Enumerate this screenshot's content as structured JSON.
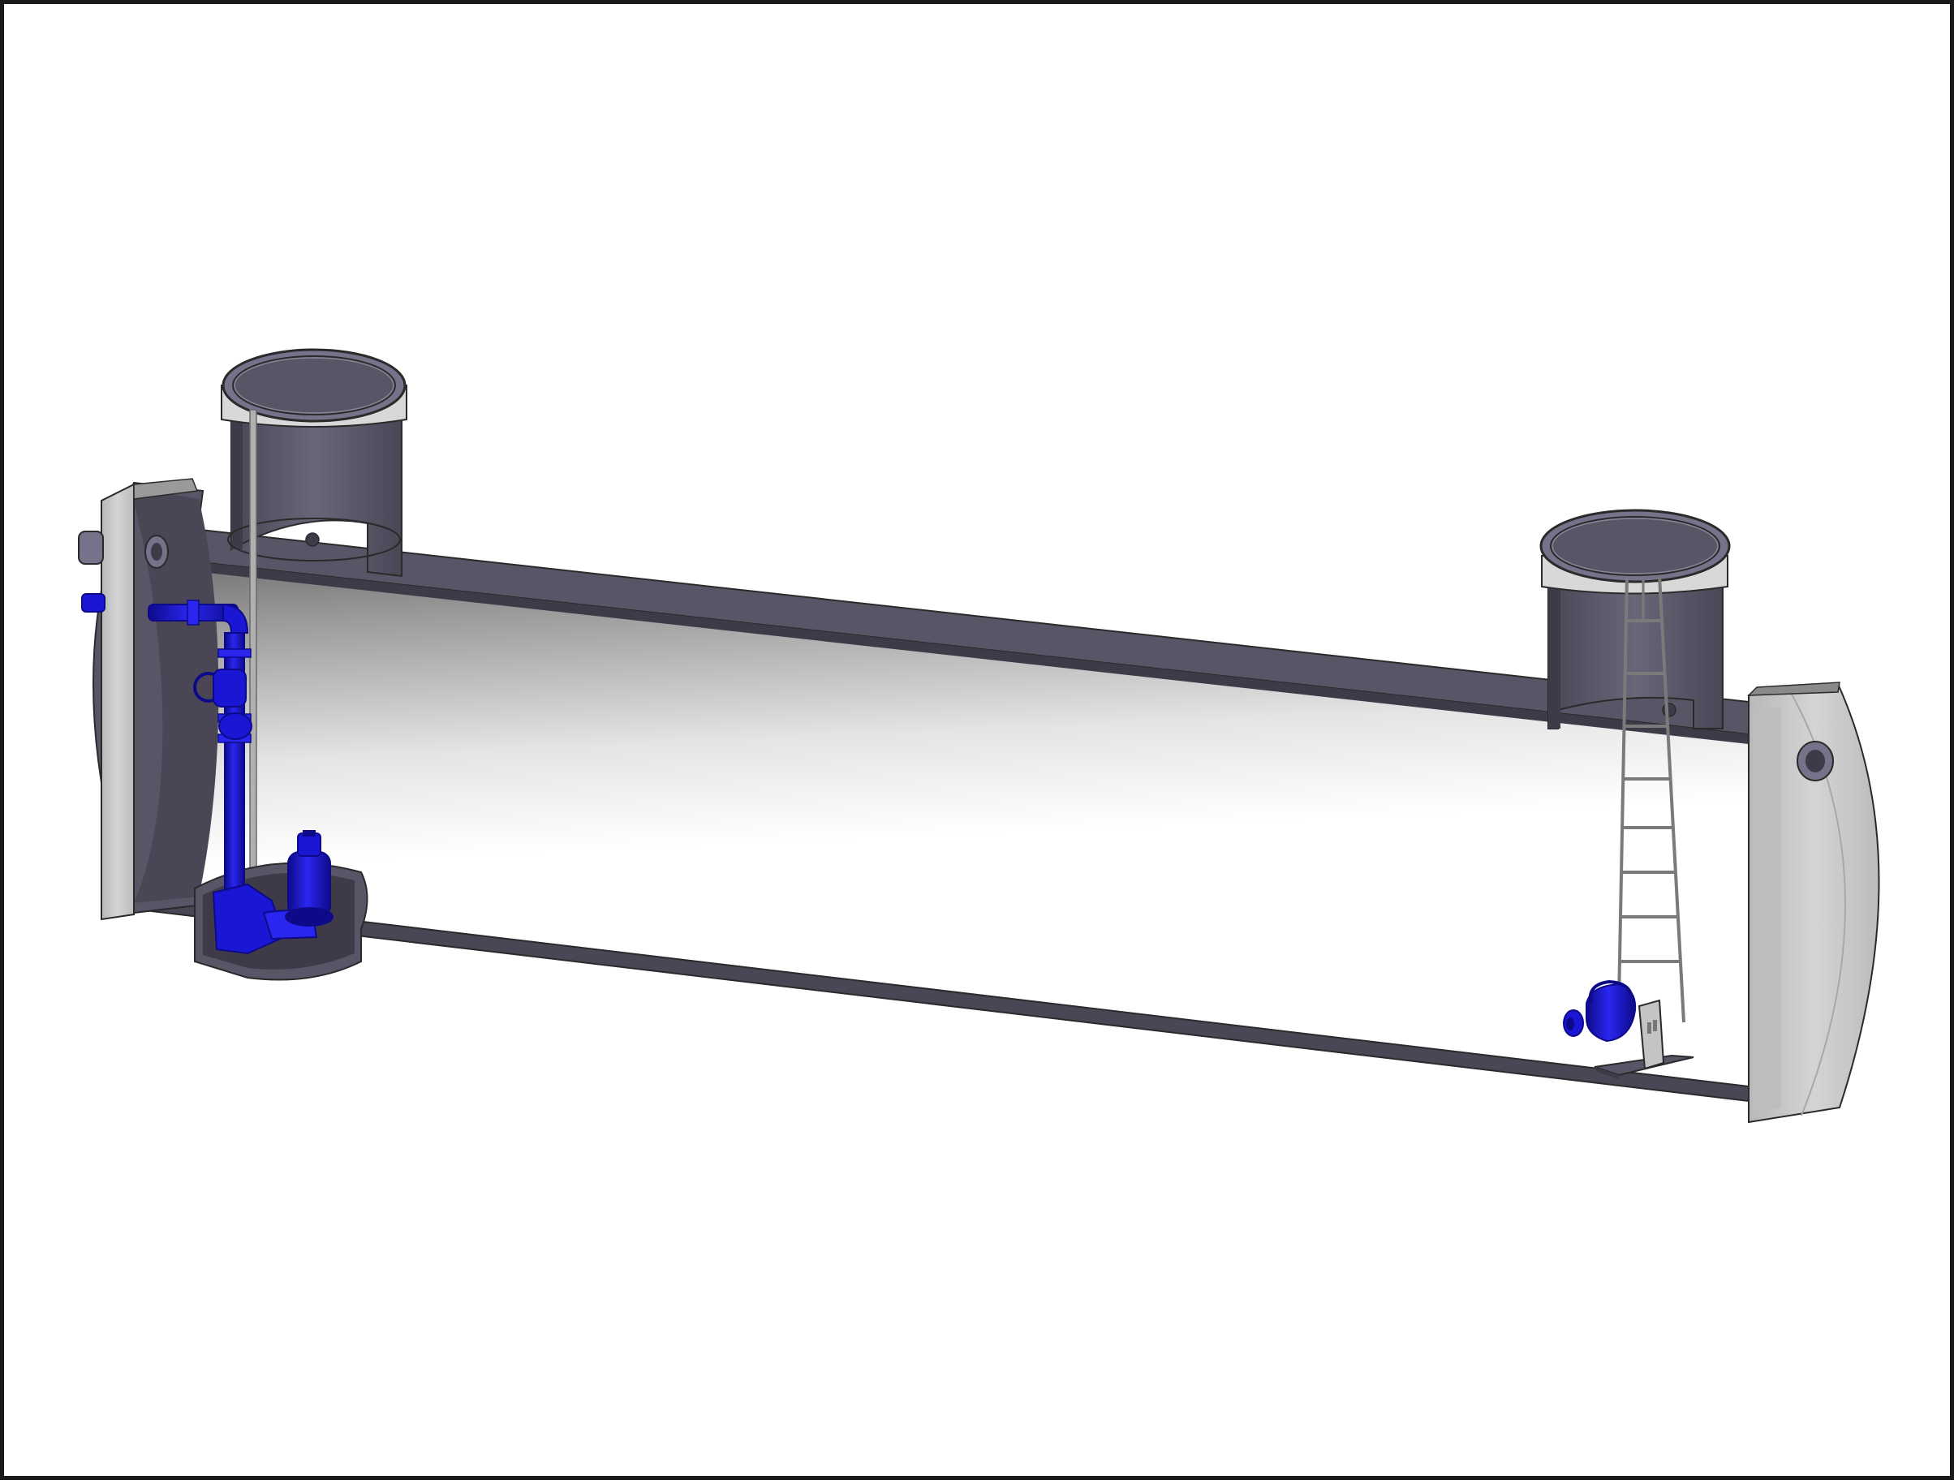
{
  "figure": {
    "colors": {
      "background": "#ffffff",
      "frame_border": "#1a1a1a",
      "tank_body": "#5a5566",
      "tank_dark": "#3e3a48",
      "tank_light": "#77718a",
      "end_cap_face": "#c4c4c4",
      "end_cap_edge": "#9a9a9a",
      "interior_shadow": "#6e6e6e",
      "pump_blue": "#1a16d4",
      "pump_blue_dark": "#0d0a8a",
      "ladder_steel": "#8a8a8a",
      "outline": "#2a2a2a"
    },
    "components": [
      "horizontal-cylindrical-tank",
      "left-manhole-riser",
      "right-manhole-riser",
      "left-end-cap",
      "right-end-cap",
      "pump-sump",
      "submersible-pump-with-riser-pipe",
      "access-ladder",
      "small-pump-on-stand"
    ]
  }
}
